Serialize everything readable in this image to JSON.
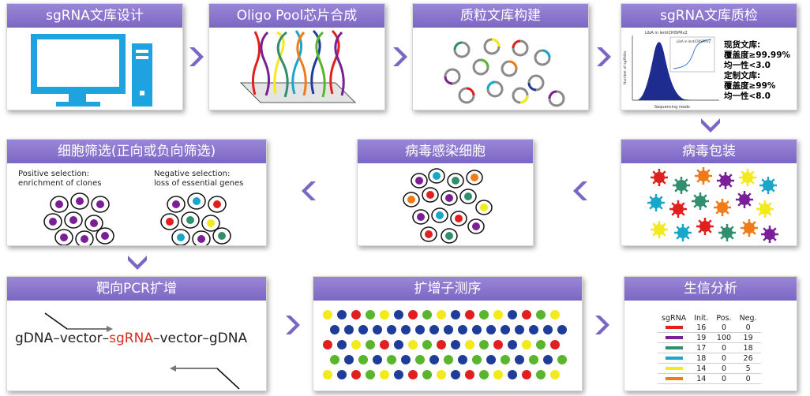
{
  "steps": [
    {
      "id": "design",
      "title": "sgRNA文库设计",
      "icon": "computer-icon"
    },
    {
      "id": "oligo",
      "title": "Oligo Pool芯片合成",
      "icon": "oligo-strands-icon"
    },
    {
      "id": "plasmid",
      "title": "质粒文库构建",
      "icon": "plasmid-rings-icon"
    },
    {
      "id": "qc",
      "title": "sgRNA文库质检",
      "icon": "histogram-icon"
    },
    {
      "id": "package",
      "title": "病毒包装",
      "icon": "virus-particles-icon"
    },
    {
      "id": "infect",
      "title": "病毒感染细胞",
      "icon": "infected-cells-icon"
    },
    {
      "id": "screen",
      "title": "细胞筛选(正向或负向筛选)",
      "icon": "selected-cells-icon"
    },
    {
      "id": "pcr",
      "title": "靶向PCR扩增",
      "icon": "pcr-primers-icon"
    },
    {
      "id": "seq",
      "title": "扩增子测序",
      "icon": "sequencing-dots-icon"
    },
    {
      "id": "analysis",
      "title": "生信分析",
      "icon": "results-table-icon"
    }
  ],
  "qc": {
    "plot_title": "LibA in lentiCRISPRv2",
    "x_label": "Sequencing reads",
    "y_label": "Number of sgRNAs",
    "inset_label": "LibA in lentiCRISPRv2",
    "lines": [
      "现货文库:",
      "覆盖度≥99.99%",
      "均一性<3.0",
      "定制文库:",
      "覆盖度≥99%",
      "均一性<8.0"
    ]
  },
  "screen": {
    "positive_label": "Positive selection:\nenrichment of clones",
    "negative_label": "Negative selection:\nloss of essential genes"
  },
  "pcr": {
    "gdna1": "gDNA",
    "dash1": "–",
    "vector1": "vector",
    "dash2": "–",
    "sgrna": "sgRNA",
    "dash3": "–",
    "vector2": "vector",
    "dash4": "–",
    "gdna2": "gDNA"
  },
  "table": {
    "headers": [
      "sgRNA",
      "Init.",
      "Pos.",
      "Neg."
    ],
    "rows": [
      {
        "color": "#e0201e",
        "init": "16",
        "pos": "0",
        "neg": "0"
      },
      {
        "color": "#7a1f96",
        "init": "19",
        "pos": "100",
        "neg": "19"
      },
      {
        "color": "#2f8f6f",
        "init": "17",
        "pos": "0",
        "neg": "18"
      },
      {
        "color": "#19a6c9",
        "init": "18",
        "pos": "0",
        "neg": "26"
      },
      {
        "color": "#f2ea1b",
        "init": "14",
        "pos": "0",
        "neg": "5"
      },
      {
        "color": "#f07b1a",
        "init": "14",
        "pos": "0",
        "neg": "0"
      }
    ]
  },
  "colors": {
    "header_top": "#9b87d6",
    "header_bottom": "#7b66c4",
    "arrow": "#7b66c4",
    "red": "#e0201e",
    "purple": "#7a1f96",
    "teal": "#2f8f6f",
    "cyan": "#19a6c9",
    "yellow": "#f2ea1b",
    "orange": "#f07b1a",
    "green": "#59b52e",
    "blue": "#1e3c9a",
    "computer": "#1fa3e0"
  }
}
